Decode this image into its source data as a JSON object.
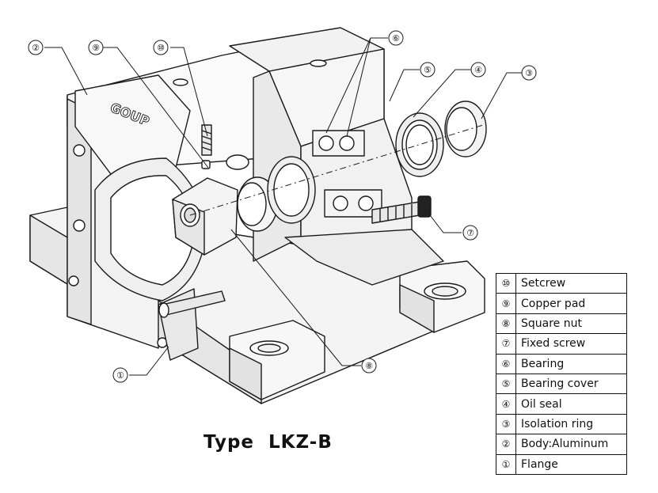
{
  "callouts": {
    "c1": "①",
    "c2": "②",
    "c3": "③",
    "c4": "④",
    "c5": "⑤",
    "c6": "⑥",
    "c7": "⑦",
    "c8": "⑧",
    "c9": "⑨",
    "c10": "⑩"
  },
  "block_engraving": "GOUP",
  "caption": "Type  LKZ-B",
  "legend": [
    {
      "num": "⑩",
      "text": "Setcrew"
    },
    {
      "num": "⑨",
      "text": "Copper pad"
    },
    {
      "num": "⑧",
      "text": "Square nut"
    },
    {
      "num": "⑦",
      "text": "Fixed screw"
    },
    {
      "num": "⑥",
      "text": "Bearing"
    },
    {
      "num": "⑤",
      "text": "Bearing cover"
    },
    {
      "num": "④",
      "text": "Oil seal"
    },
    {
      "num": "③",
      "text": "Isolation ring"
    },
    {
      "num": "②",
      "text": "Body:Aluminum"
    },
    {
      "num": "①",
      "text": "Flange"
    }
  ]
}
